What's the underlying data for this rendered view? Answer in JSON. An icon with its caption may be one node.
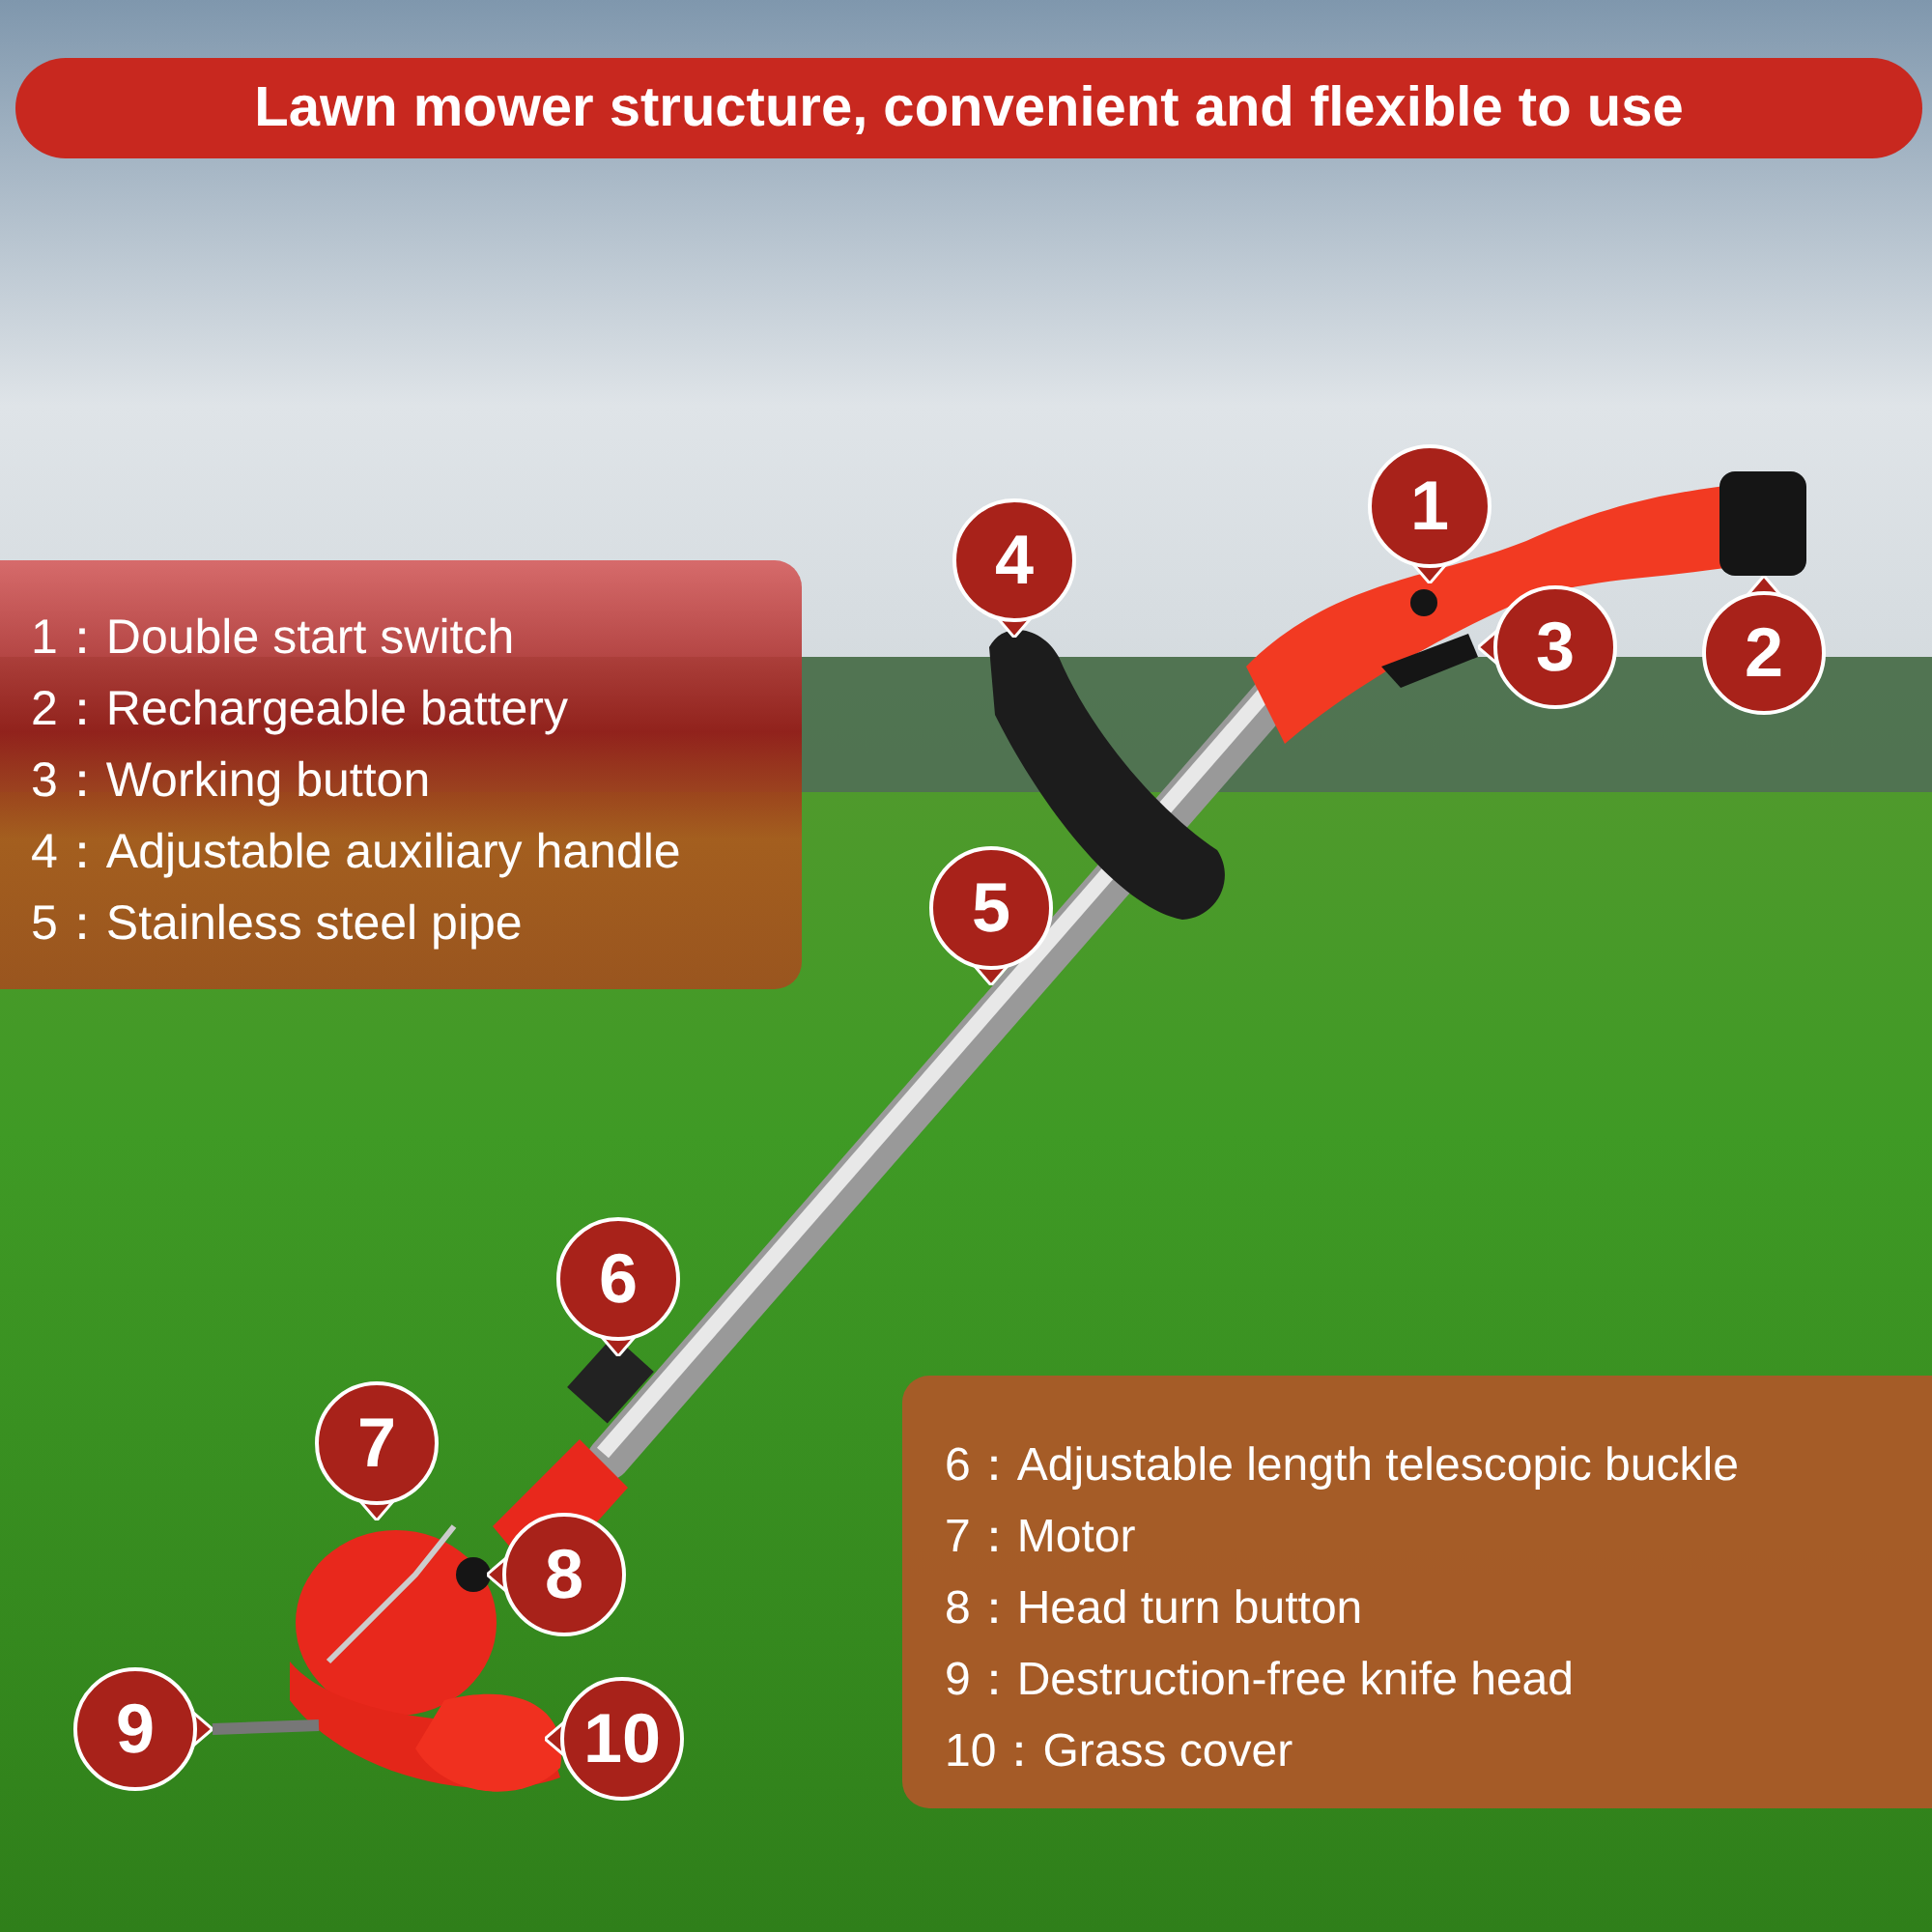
{
  "diagram": {
    "title": "Lawn mower structure, convenient and flexible to use",
    "nodes": [
      {
        "text": [
          "1"
        ]
      },
      {
        "text": [
          "4"
        ]
      },
      {
        "text": [
          "3"
        ]
      },
      {
        "text": [
          "2"
        ]
      },
      {
        "text": [
          "1：Double start switch",
          "2：Rechargeable battery",
          "3：Working button",
          "4：Adjustable auxiliary handle",
          "5：Stainless steel pipe"
        ]
      },
      {
        "text": [
          "5"
        ]
      },
      {
        "text": [
          "6"
        ]
      },
      {
        "text": [
          "7"
        ]
      },
      {
        "text": [
          "6：Adjustable length telescopic buckle",
          "7：Motor",
          "8：Head turn button",
          "9：Destruction-free knife head",
          "10：Grass cover"
        ]
      },
      {
        "text": [
          "8"
        ]
      },
      {
        "text": [
          "9"
        ]
      },
      {
        "text": [
          "10"
        ]
      }
    ]
  }
}
